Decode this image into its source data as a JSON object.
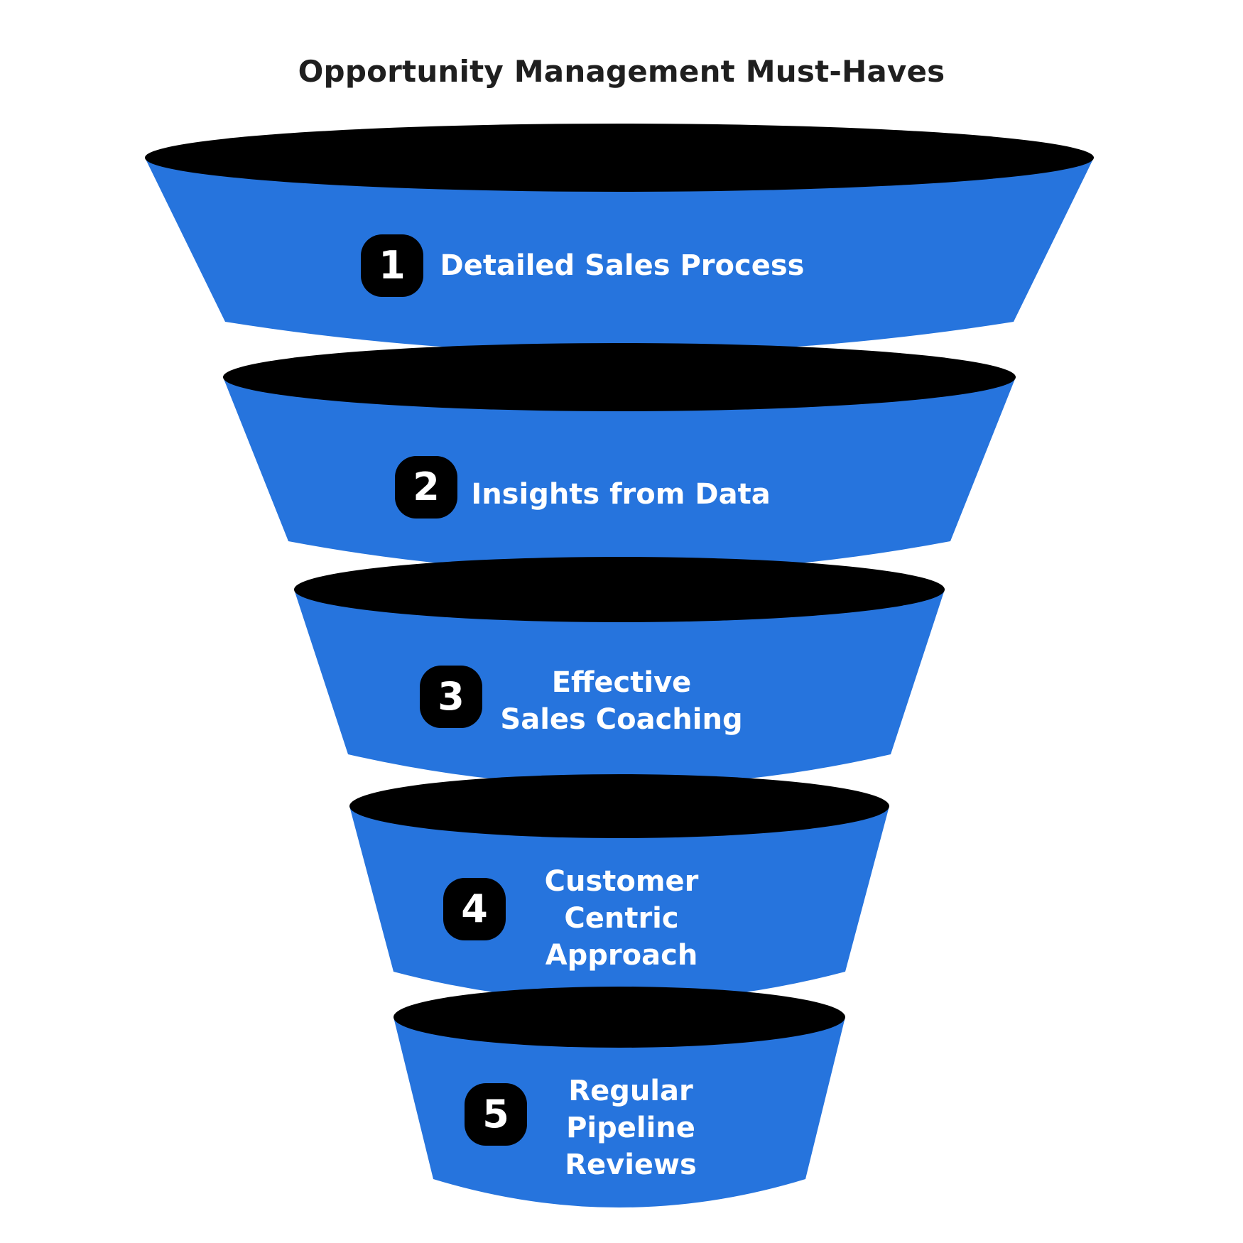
{
  "title": "Opportunity Management Must-Haves",
  "colors": {
    "band_fill": "#2674dd",
    "rim_fill": "#000000",
    "badge_fill": "#000000",
    "text": "#ffffff",
    "title_text": "#1f1f1f"
  },
  "stages": [
    {
      "number": "1",
      "lines": [
        "Detailed Sales Process"
      ]
    },
    {
      "number": "2",
      "lines": [
        "Insights from Data"
      ]
    },
    {
      "number": "3",
      "lines": [
        "Effective",
        "Sales Coaching"
      ]
    },
    {
      "number": "4",
      "lines": [
        "Customer",
        "Centric",
        "Approach"
      ]
    },
    {
      "number": "5",
      "lines": [
        "Regular",
        "Pipeline",
        "Reviews"
      ]
    }
  ]
}
